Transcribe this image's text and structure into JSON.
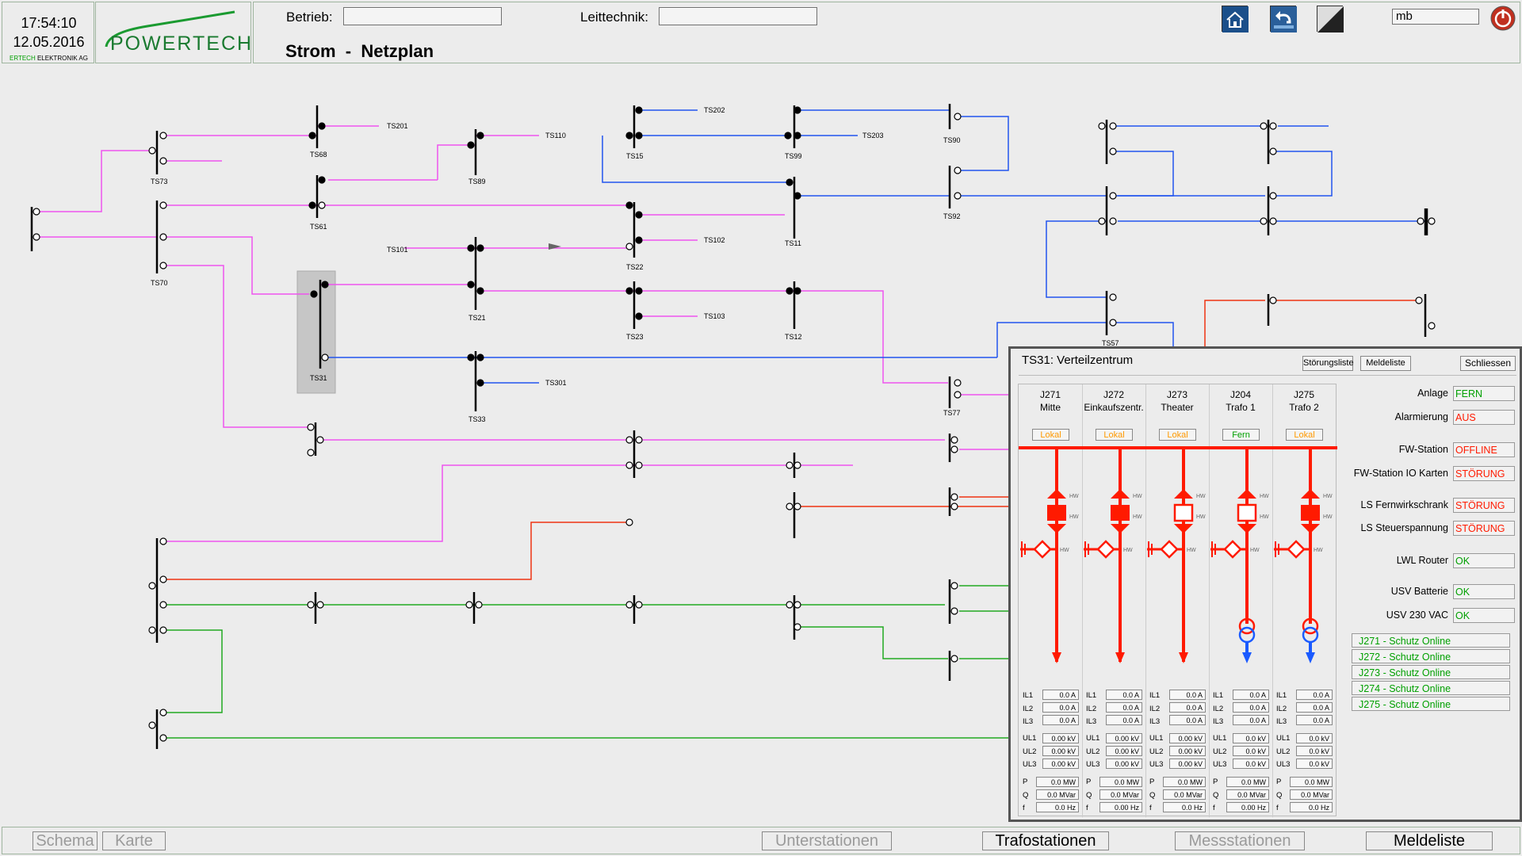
{
  "clock": {
    "time": "17:54:10",
    "date": "12.05.2016"
  },
  "logo": {
    "name": "POWERTECH",
    "company_prefix": "ERTECH",
    "company_suffix": "ELEKTRONIK AG"
  },
  "header": {
    "betrieb_label": "Betrieb:",
    "betrieb_value": "",
    "leittechnik_label": "Leittechnik:",
    "leittechnik_value": "",
    "title": "Strom  -  Netzplan",
    "user_value": "mb",
    "icons": [
      "home-icon",
      "back-icon",
      "contrast-icon",
      "power-icon"
    ]
  },
  "colors": {
    "pink": "#ee55ee",
    "blue": "#2255ee",
    "red": "#ee3311",
    "green": "#22aa22",
    "alarm_red": "#ff1a00",
    "ok_green": "#00a000",
    "lokal_orange": "#ff9900"
  },
  "stations": {
    "TS201": "TS201",
    "TS68": "TS68",
    "TS73": "TS73",
    "TS110": "TS110",
    "TS89": "TS89",
    "TS202": "TS202",
    "TS203": "TS203",
    "TS15": "TS15",
    "TS99": "TS99",
    "TS90": "TS90",
    "TS61": "TS61",
    "TS70": "TS70",
    "TS101": "TS101",
    "TS102": "TS102",
    "TS22": "TS22",
    "TS11": "TS11",
    "TS92": "TS92",
    "TS21": "TS21",
    "TS23": "TS23",
    "TS103": "TS103",
    "TS12": "TS12",
    "TS31": "TS31",
    "TS301": "TS301",
    "TS33": "TS33",
    "TS57": "TS57",
    "TS77": "TS77"
  },
  "popup": {
    "title": "TS31: Verteilzentrum",
    "buttons": {
      "stoerungsliste": "Störungsliste",
      "meldeliste": "Meldeliste",
      "schliessen": "Schliessen"
    },
    "feeders": [
      {
        "id": "J271",
        "name": "Mitte",
        "mode": "Lokal",
        "mode_color": "#ff9900",
        "breaker_filled": true,
        "transformer": false,
        "il": [
          "0.0 A",
          "0.0 A",
          "0.0 A"
        ],
        "ul": [
          "0.00 kV",
          "0.00 kV",
          "0.00 kV"
        ],
        "p": "0.0 MW",
        "q": "0.0 MVar",
        "f": "0.0 Hz"
      },
      {
        "id": "J272",
        "name": "Einkaufszentr.",
        "mode": "Lokal",
        "mode_color": "#ff9900",
        "breaker_filled": true,
        "transformer": false,
        "il": [
          "0.0 A",
          "0.0 A",
          "0.0 A"
        ],
        "ul": [
          "0.00 kV",
          "0.00 kV",
          "0.00 kV"
        ],
        "p": "0.0 MW",
        "q": "0.0 MVar",
        "f": "0.00 Hz"
      },
      {
        "id": "J273",
        "name": "Theater",
        "mode": "Lokal",
        "mode_color": "#ff9900",
        "breaker_filled": false,
        "transformer": false,
        "il": [
          "0.0 A",
          "0.0 A",
          "0.0 A"
        ],
        "ul": [
          "0.00 kV",
          "0.00 kV",
          "0.00 kV"
        ],
        "p": "0.0 MW",
        "q": "0.0 MVar",
        "f": "0.0 Hz"
      },
      {
        "id": "J204",
        "name": "Trafo 1",
        "mode": "Fern",
        "mode_color": "#00a000",
        "breaker_filled": false,
        "transformer": true,
        "il": [
          "0.0 A",
          "0.0 A",
          "0.0 A"
        ],
        "ul": [
          "0.0 kV",
          "0.0 kV",
          "0.0 kV"
        ],
        "p": "0.0 MW",
        "q": "0.0 MVar",
        "f": "0.00 Hz"
      },
      {
        "id": "J275",
        "name": "Trafo 2",
        "mode": "Lokal",
        "mode_color": "#ff9900",
        "breaker_filled": true,
        "transformer": true,
        "il": [
          "0.0 A",
          "0.0 A",
          "0.0 A"
        ],
        "ul": [
          "0.0 kV",
          "0.0 kV",
          "0.0 kV"
        ],
        "p": "0.0 MW",
        "q": "0.0 MVar",
        "f": "0.0 Hz"
      }
    ],
    "meas_labels": {
      "il": [
        "IL1",
        "IL2",
        "IL3"
      ],
      "ul": [
        "UL1",
        "UL2",
        "UL3"
      ],
      "p": "P",
      "q": "Q",
      "f": "f"
    },
    "hw_label": "HW",
    "status": [
      {
        "label": "Anlage",
        "value": "FERN",
        "state": "ok"
      },
      {
        "label": "Alarmierung",
        "value": "AUS",
        "state": "alarm"
      },
      {
        "label": "FW-Station",
        "value": "OFFLINE",
        "state": "alarm"
      },
      {
        "label": "FW-Station IO Karten",
        "value": "STÖRUNG",
        "state": "alarm"
      },
      {
        "label": "LS Fernwirkschrank",
        "value": "STÖRUNG",
        "state": "alarm"
      },
      {
        "label": "LS Steuerspannung",
        "value": "STÖRUNG",
        "state": "alarm"
      },
      {
        "label": "LWL Router",
        "value": "OK",
        "state": "ok"
      },
      {
        "label": "USV Batterie",
        "value": "OK",
        "state": "ok"
      },
      {
        "label": "USV 230 VAC",
        "value": "OK",
        "state": "ok"
      }
    ],
    "protection": [
      "J271 - Schutz Online",
      "J272 - Schutz Online",
      "J273 - Schutz Online",
      "J274 - Schutz Online",
      "J275 - Schutz Online"
    ]
  },
  "footer": {
    "schema": "Schema",
    "karte": "Karte",
    "unterstationen": "Unterstationen",
    "trafostationen": "Trafostationen",
    "messstationen": "Messstationen",
    "meldeliste": "Meldeliste"
  }
}
